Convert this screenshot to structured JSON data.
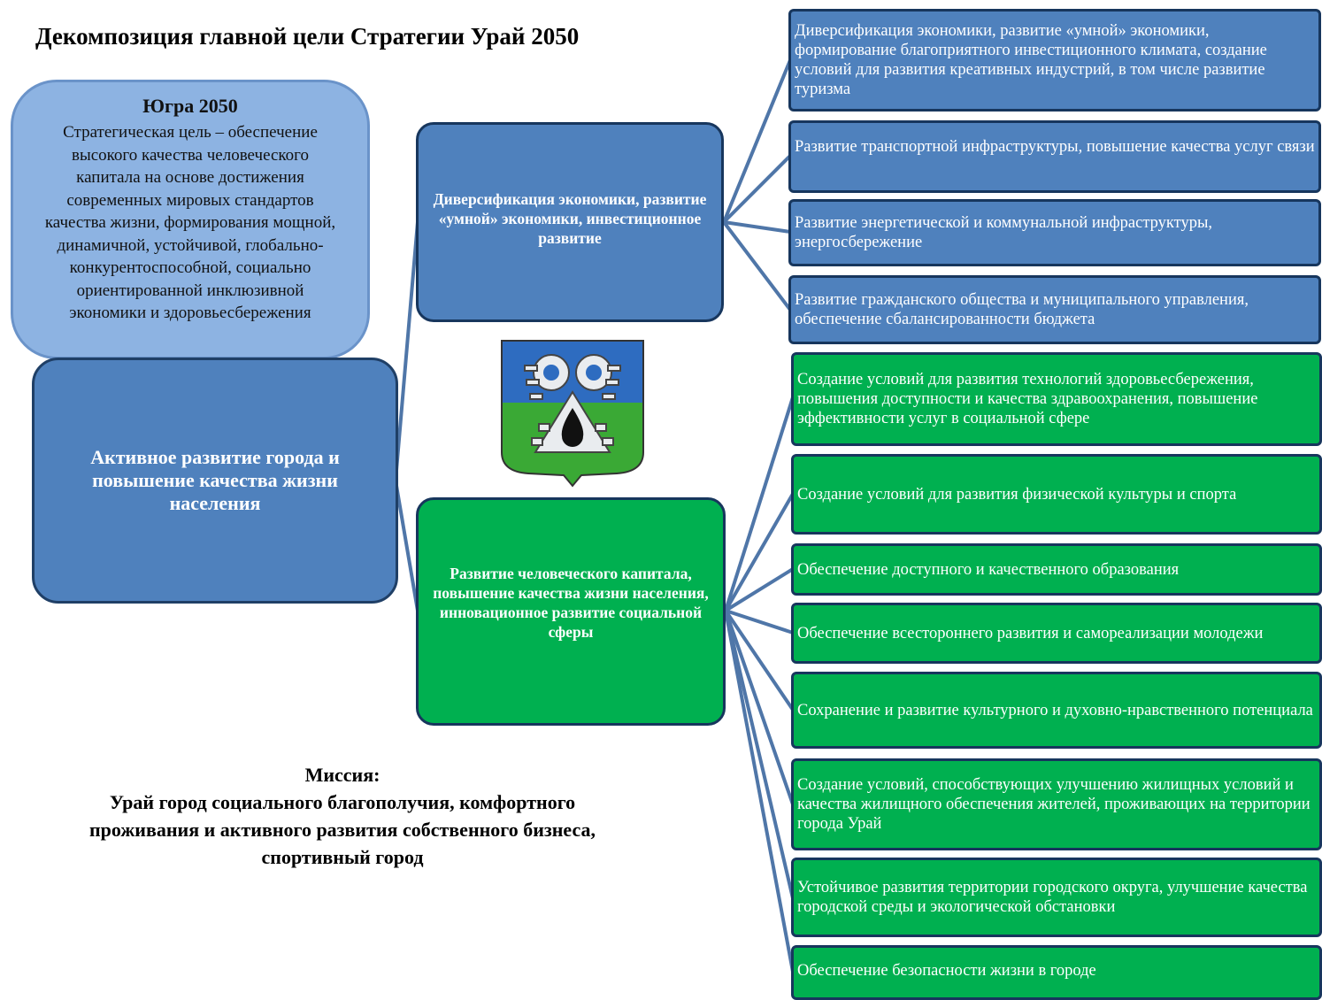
{
  "title": "Декомпозиция главной цели Стратегии Урай 2050",
  "yugra": {
    "heading": "Югра 2050",
    "text": "Стратегическая цель – обеспечение высокого качества человеческого капитала на основе достижения современных мировых стандартов качества жизни, формирования мощной, динамичной, устойчивой, глобально-конкурентоспособной, социально ориентированной инклюзивной экономики и здоровьесбережения"
  },
  "main_goal": "Активное развитие города и повышение качества жизни населения",
  "branches": {
    "economy": "Диверсификация экономики, развитие «умной» экономики, инвестиционное развитие",
    "human": "Развитие человеческого капитала, повышение качества жизни населения, инновационное развитие социальной сферы"
  },
  "economy_items": [
    "Диверсификация экономики, развитие «умной» экономики, формирование благоприятного инвестиционного климата, создание условий для развития креативных индустрий, в том числе развитие туризма",
    "Развитие транспортной инфраструктуры, повышение качества услуг связи",
    "Развитие энергетической и коммунальной инфраструктуры, энергосбережение",
    "Развитие  гражданского общества и муниципального управления, обеспечение сбалансированности бюджета"
  ],
  "human_items": [
    "Создание условий для развития технологий здоровьесбережения, повышения доступности и качества здравоохранения, повышение эффективности услуг в социальной сфере",
    "Создание условий для развития физической культуры и спорта",
    "Обеспечение доступного и качественного образования",
    "Обеспечение всестороннего развития и самореализации молодежи",
    "Сохранение и развитие культурного и духовно-нравственного потенциала",
    "Создание условий, способствующих улучшению жилищных условий и качества жилищного обеспечения жителей, проживающих на территории города Урай",
    "Устойчивое развития территории городского округа, улучшение качества городской среды и экологической обстановки",
    "Обеспечение безопасности жизни в городе"
  ],
  "mission": {
    "heading": "Миссия:",
    "text": "Урай город социального благополучия, комфортного проживания и активного развития собственного бизнеса, спортивный город"
  },
  "colors": {
    "blue": "#4f81bd",
    "light_blue": "#8db3e2",
    "green": "#00b050",
    "border": "#17365d"
  },
  "emblem_icon": "urai-coat-of-arms-icon"
}
